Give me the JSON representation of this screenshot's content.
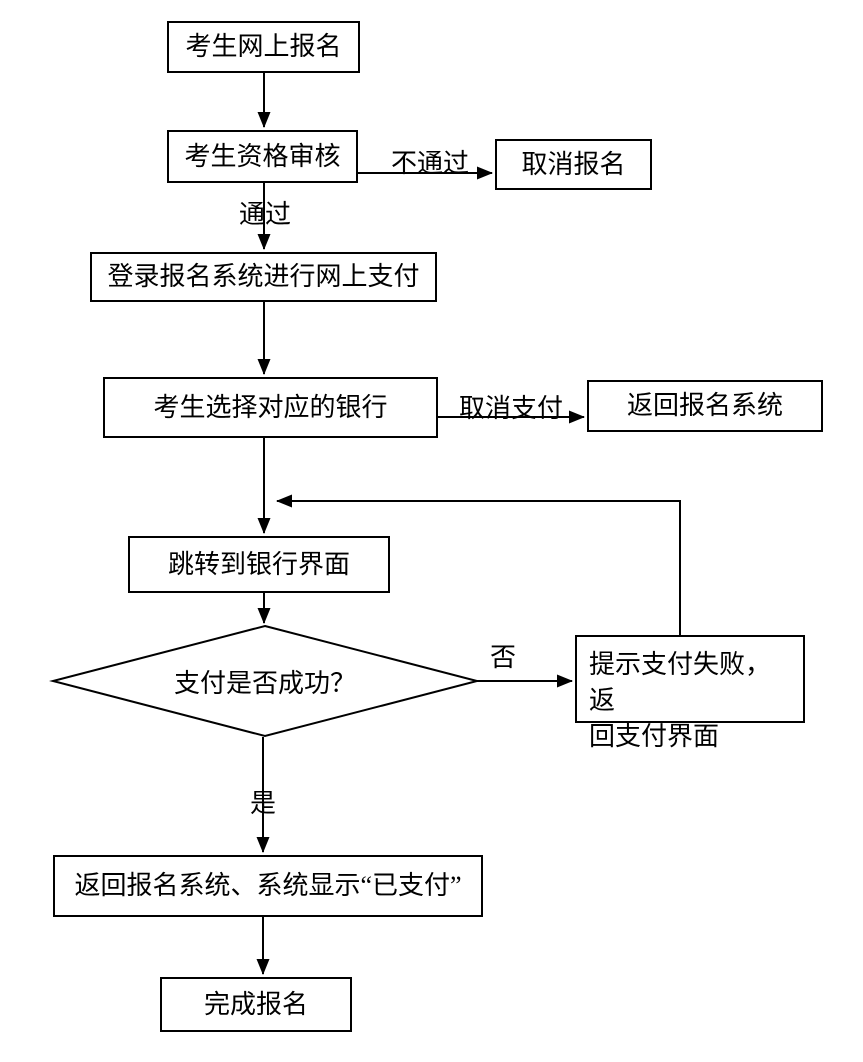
{
  "diagram": {
    "type": "flowchart",
    "colors": {
      "background": "#ffffff",
      "line": "#000000",
      "text": "#000000",
      "node_fill": "#ffffff"
    },
    "nodes": {
      "register": {
        "label": "考生网上报名",
        "shape": "rect"
      },
      "review": {
        "label": "考生资格审核",
        "shape": "rect"
      },
      "cancel": {
        "label": "取消报名",
        "shape": "rect"
      },
      "login_pay": {
        "label": "登录报名系统进行网上支付",
        "shape": "rect"
      },
      "choose_bank": {
        "label": "考生选择对应的银行",
        "shape": "rect"
      },
      "return_system": {
        "label": "返回报名系统",
        "shape": "rect"
      },
      "bank_page": {
        "label": "跳转到银行界面",
        "shape": "rect"
      },
      "decision": {
        "label": "支付是否成功？",
        "shape": "diamond"
      },
      "pay_fail": {
        "line1": "提示支付失败，返",
        "line2": "回支付界面",
        "shape": "rect"
      },
      "paid": {
        "label": "返回报名系统、系统显示“已支付”",
        "shape": "rect"
      },
      "done": {
        "label": "完成报名",
        "shape": "rect"
      }
    },
    "edge_labels": {
      "review_fail": "不通过",
      "review_pass": "通过",
      "cancel_payment": "取消支付",
      "no": "否",
      "yes": "是"
    }
  }
}
